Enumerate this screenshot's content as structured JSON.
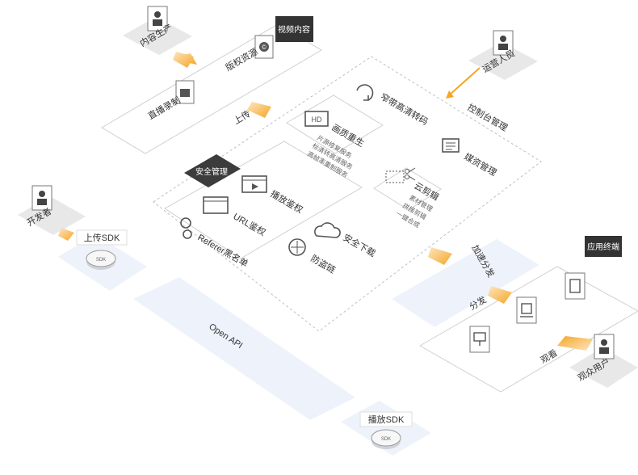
{
  "colors": {
    "arrow_orange": "#f5a623",
    "band_blue": "#eef3fb",
    "title_dark": "#333333",
    "outline_gray": "#d0d0d0"
  },
  "groups": {
    "video_content": "视频内容",
    "security": "安全管理",
    "app_terminal": "应用终端"
  },
  "people": {
    "content_producer": "内容生产",
    "operator": "运营人员",
    "developer": "开发者",
    "audience": "观众用户"
  },
  "content": {
    "copyright_source": "版权资源",
    "live_recording": "直播录制",
    "upload": "上传"
  },
  "console": "控制台管理",
  "features": {
    "transcode": "窄带高清转码",
    "quality_reborn": "画质重生",
    "quality_details": [
      "片源修复服务",
      "标清转高清服务",
      "高帧率重制服务"
    ],
    "media_manage": "媒资管理",
    "cloud_edit": "云剪辑",
    "cloud_edit_details": [
      "素材管理",
      "拼接剪辑",
      "一键合成"
    ]
  },
  "security_items": {
    "play_auth": "播放鉴权",
    "url_auth": "URL鉴权",
    "referer": "Referer黑名单",
    "secure_download": "安全下载",
    "anti_leech": "防盗链"
  },
  "sdk": {
    "upload_label": "上传SDK",
    "play_label": "播放SDK",
    "disc_text": "SDK"
  },
  "open_api": "Open API",
  "distribution": {
    "accel": "加速分发",
    "distribute": "分发",
    "watch": "观看"
  },
  "icons": [
    "person-icon",
    "play-icon",
    "document-icon",
    "hd-icon",
    "scissors-icon",
    "sync-icon",
    "cloud-icon",
    "key-icon",
    "anti-leech-icon",
    "tablet-icon",
    "laptop-icon",
    "monitor-icon",
    "sdk-disc-icon",
    "arrow-icon"
  ]
}
